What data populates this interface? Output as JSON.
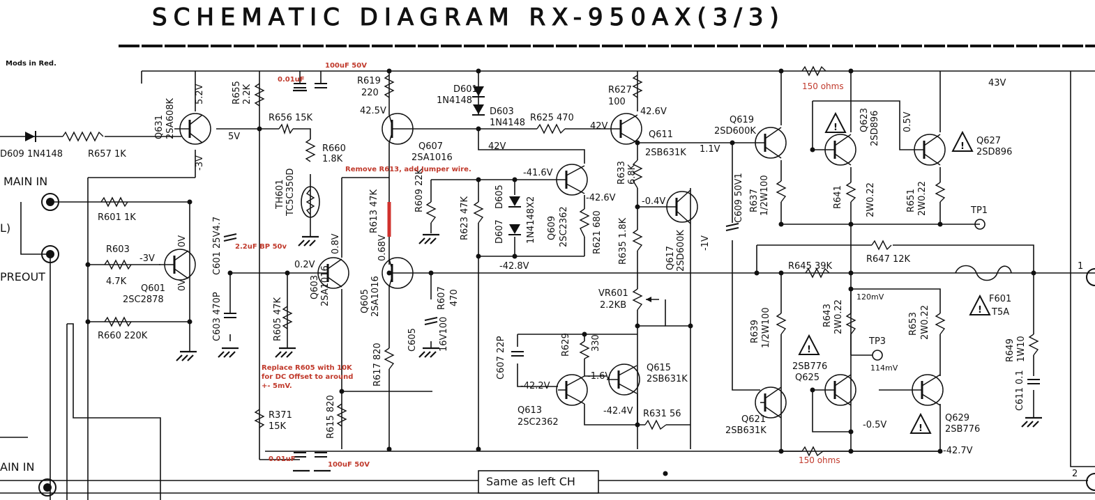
{
  "title": "SCHEMATIC DIAGRAM RX-950AX(3/3)",
  "note_mods": "Mods in Red.",
  "mod_notes": {
    "r613": "Remove R613, add Jumper wire.",
    "r605_1": "Replace R605 with 10K",
    "r605_2": "for DC Offset to around",
    "r605_3": "+- 5mV."
  },
  "added_parts": {
    "c_top_1": "0.01uF",
    "c_top_2": "100uF 50V",
    "c601": "2.2uF BP 50v",
    "c_bot_1": "0.01uF",
    "c_bot_2": "100uF 50V",
    "res_top": "150 ohms",
    "res_bot": "150 ohms"
  },
  "io": {
    "main_in": "MAIN IN",
    "main_in_2": "AIN IN",
    "preout": "PREOUT",
    "l": "L)",
    "out1": "1",
    "out2": "2",
    "same_as": "Same as left CH",
    "rail_pos": "43V",
    "rail_neg": "-42.7V"
  },
  "components": {
    "d609": "D609 1N4148",
    "r657": "R657 1K",
    "q631": "Q631",
    "q631_t": "2SA608K",
    "q631_v1": "5.2V",
    "q631_v2": "-3V",
    "q631_v3": "5V",
    "r655": "R655",
    "r655_v": "2.2K",
    "r656": "R656 15K",
    "r660a": "R660",
    "r660a_v": "1.8K",
    "th601": "TH601",
    "th601_t": "TC5C350D",
    "r601": "R601 1K",
    "r603": "R603",
    "r603_v": "4.7K",
    "q601_v": "-3V",
    "q601_v2": "0V",
    "q601_v3": "0V",
    "q601": "Q601",
    "q601_t": "2SC2878",
    "r660b": "R660 220K",
    "c601": "C601 25V4.7",
    "c603": "C603 470P",
    "q603_v": "0.8V",
    "q603_v2": "0.2V",
    "r605": "R605 47K",
    "q603": "Q603",
    "q603_t": "2SA1016",
    "r371": "R371",
    "r371_v": "15K",
    "r615": "R615 820",
    "r619": "R619",
    "r619_v": "220",
    "q607_v": "42.5V",
    "q607": "Q607",
    "q607_t": "2SA1016",
    "r613": "R613 47K",
    "q605_v": "0.68V",
    "q605": "Q605",
    "q605_t": "2SA1016",
    "r617": "R617 820",
    "d601": "D601",
    "d601_t": "1N4148",
    "d603": "D603",
    "d603_t": "1N4148",
    "r625": "R625 470",
    "v42a": "42V",
    "v42b": "42V",
    "r609": "R609 22K",
    "r623": "R623 47K",
    "d607": "D607",
    "d605": "D605",
    "d_t": "1N4148X2",
    "v416": "-41.6V",
    "v426": "-42.6V",
    "v428": "-42.8V",
    "q609": "Q609",
    "q609_t": "2SC2362",
    "r621": "R621 680",
    "c605": "C605",
    "c605_v": "16V100",
    "r607": "R607",
    "r607_v": "470",
    "r627": "R627",
    "r627_v": "100",
    "v426b": "42.6V",
    "q611": "Q611",
    "q611_t": "2SB631K",
    "r633": "R633",
    "r633_v": "6.8K",
    "v04": "-0.4V",
    "v11": "1.1V",
    "q617": "Q617",
    "q617_t": "2SD600K",
    "v1": "-1V",
    "r635": "R635 1.8K",
    "c609": "C609 50V1",
    "vr601": "VR601",
    "vr601_v": "2.2KB",
    "c607": "C607 22P",
    "r629": "R629",
    "r629_v": "330",
    "v16": "-1.6V",
    "v422": "-42.2V",
    "q613": "Q613",
    "q613_t": "2SC2362",
    "q615": "Q615",
    "q615_t": "2SB631K",
    "v424": "-42.4V",
    "r631": "R631 56",
    "q619": "Q619",
    "q619_t": "2SD600K",
    "q623": "Q623",
    "q623_t": "2SD896",
    "v05a": "0.5V",
    "q627": "Q627",
    "q627_t": "2SD896",
    "r637": "R637",
    "r637_v": "1/2W100",
    "r641": "R641",
    "r641_v": "2W0.22",
    "r651": "R651",
    "r651_v": "2W0.22",
    "tp1": "TP1",
    "r645": "R645 39K",
    "r647": "R647 12K",
    "f601": "F601",
    "f601_t": "T5A",
    "mv120": "120mV",
    "r639": "R639",
    "r639_v": "1/2W100",
    "r643": "R643",
    "r643_v": "2W0.22",
    "tp3": "TP3",
    "mv114": "114mV",
    "r653": "R653",
    "r653_v": "2W0.22",
    "q625_t": "2SB776",
    "q625": "Q625",
    "q621": "Q621",
    "q621_t": "2SB631K",
    "v05b": "-0.5V",
    "q629": "Q629",
    "q629_t": "2SB776",
    "r649": "R649",
    "r649_v": "1W10",
    "c611": "C611 0.1"
  }
}
